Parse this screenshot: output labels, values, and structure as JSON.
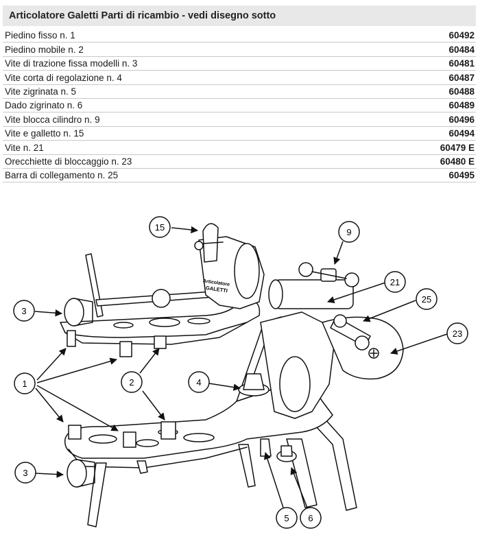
{
  "header": {
    "title": "Articolatore Galetti Parti di ricambio - vedi disegno sotto"
  },
  "parts": [
    {
      "name": "Piedino fisso n. 1",
      "code": "60492"
    },
    {
      "name": "Piedino mobile n. 2",
      "code": "60484"
    },
    {
      "name": "Vite di trazione fissa modelli n. 3",
      "code": "60481"
    },
    {
      "name": "Vite corta di regolazione n. 4",
      "code": "60487"
    },
    {
      "name": "Vite zigrinata n. 5",
      "code": "60488"
    },
    {
      "name": "Dado zigrinato n. 6",
      "code": "60489"
    },
    {
      "name": "Vite blocca cilindro n. 9",
      "code": "60496"
    },
    {
      "name": "Vite e galletto n. 15",
      "code": "60494"
    },
    {
      "name": "Vite n. 21",
      "code": "60479 E"
    },
    {
      "name": "Orecchiette di bloccaggio n. 23",
      "code": "60480 E"
    },
    {
      "name": "Barra di collegamento n. 25",
      "code": "60495"
    }
  ],
  "drawing": {
    "callouts": [
      "15",
      "9",
      "21",
      "25",
      "23",
      "3",
      "1",
      "2",
      "4",
      "3",
      "5",
      "6"
    ],
    "brand_text": [
      "Articolatore",
      "GALETTI"
    ]
  }
}
